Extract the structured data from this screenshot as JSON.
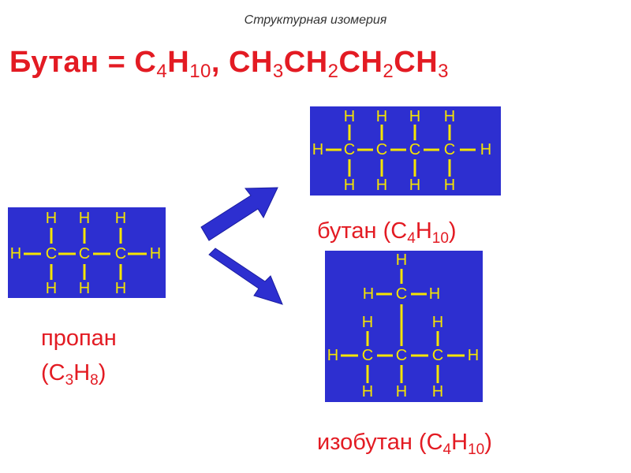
{
  "title": "Структурная изомерия",
  "formula": {
    "name": "Бутан",
    "eq": " = ",
    "c": "C",
    "c_sub": "4",
    "h": "H",
    "h_sub": "10",
    "comma": ", ",
    "condensed_parts": [
      "CH",
      "3",
      "CH",
      "2",
      "CH",
      "2",
      "CH",
      "3"
    ]
  },
  "atoms": {
    "carbon": "C",
    "hydrogen": "H"
  },
  "butane_label": {
    "name": "бутан (",
    "c": "C",
    "c_sub": "4",
    "h": "H",
    "h_sub": "10",
    "close": ")"
  },
  "isobutane_label": {
    "name": "изобутан (",
    "c": "C",
    "c_sub": "4",
    "h": "H",
    "h_sub": "10",
    "close": ")"
  },
  "propane_label": {
    "name": "пропан",
    "open": "(",
    "c": "C",
    "c_sub": "3",
    "h": "H",
    "h_sub": "8",
    "close": ")"
  },
  "colors": {
    "accent": "#e31b23",
    "box": "#2d2fd0",
    "atom": "#f5e400",
    "arrow": "#2d2fd0"
  }
}
